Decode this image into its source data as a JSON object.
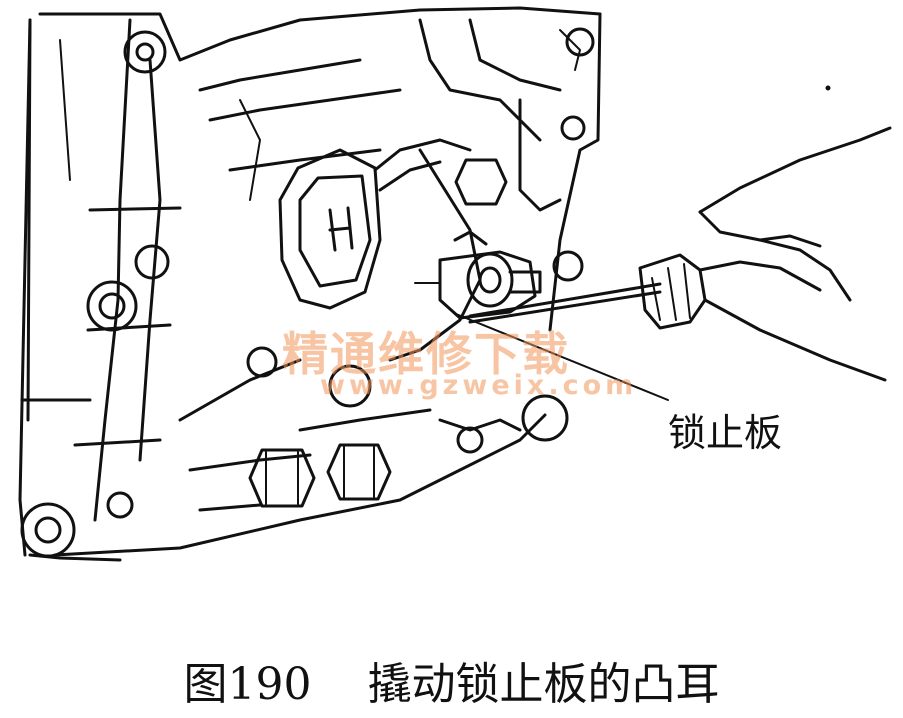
{
  "figure": {
    "callout_label": "锁止板",
    "caption_number": "图190",
    "caption_text": "撬动锁止板的凸耳",
    "watermark_cn": "精通维修下载",
    "watermark_url": "www.gzweix.com"
  },
  "colors": {
    "ink": "#111111",
    "background": "#ffffff",
    "watermark": "#f0965a"
  }
}
